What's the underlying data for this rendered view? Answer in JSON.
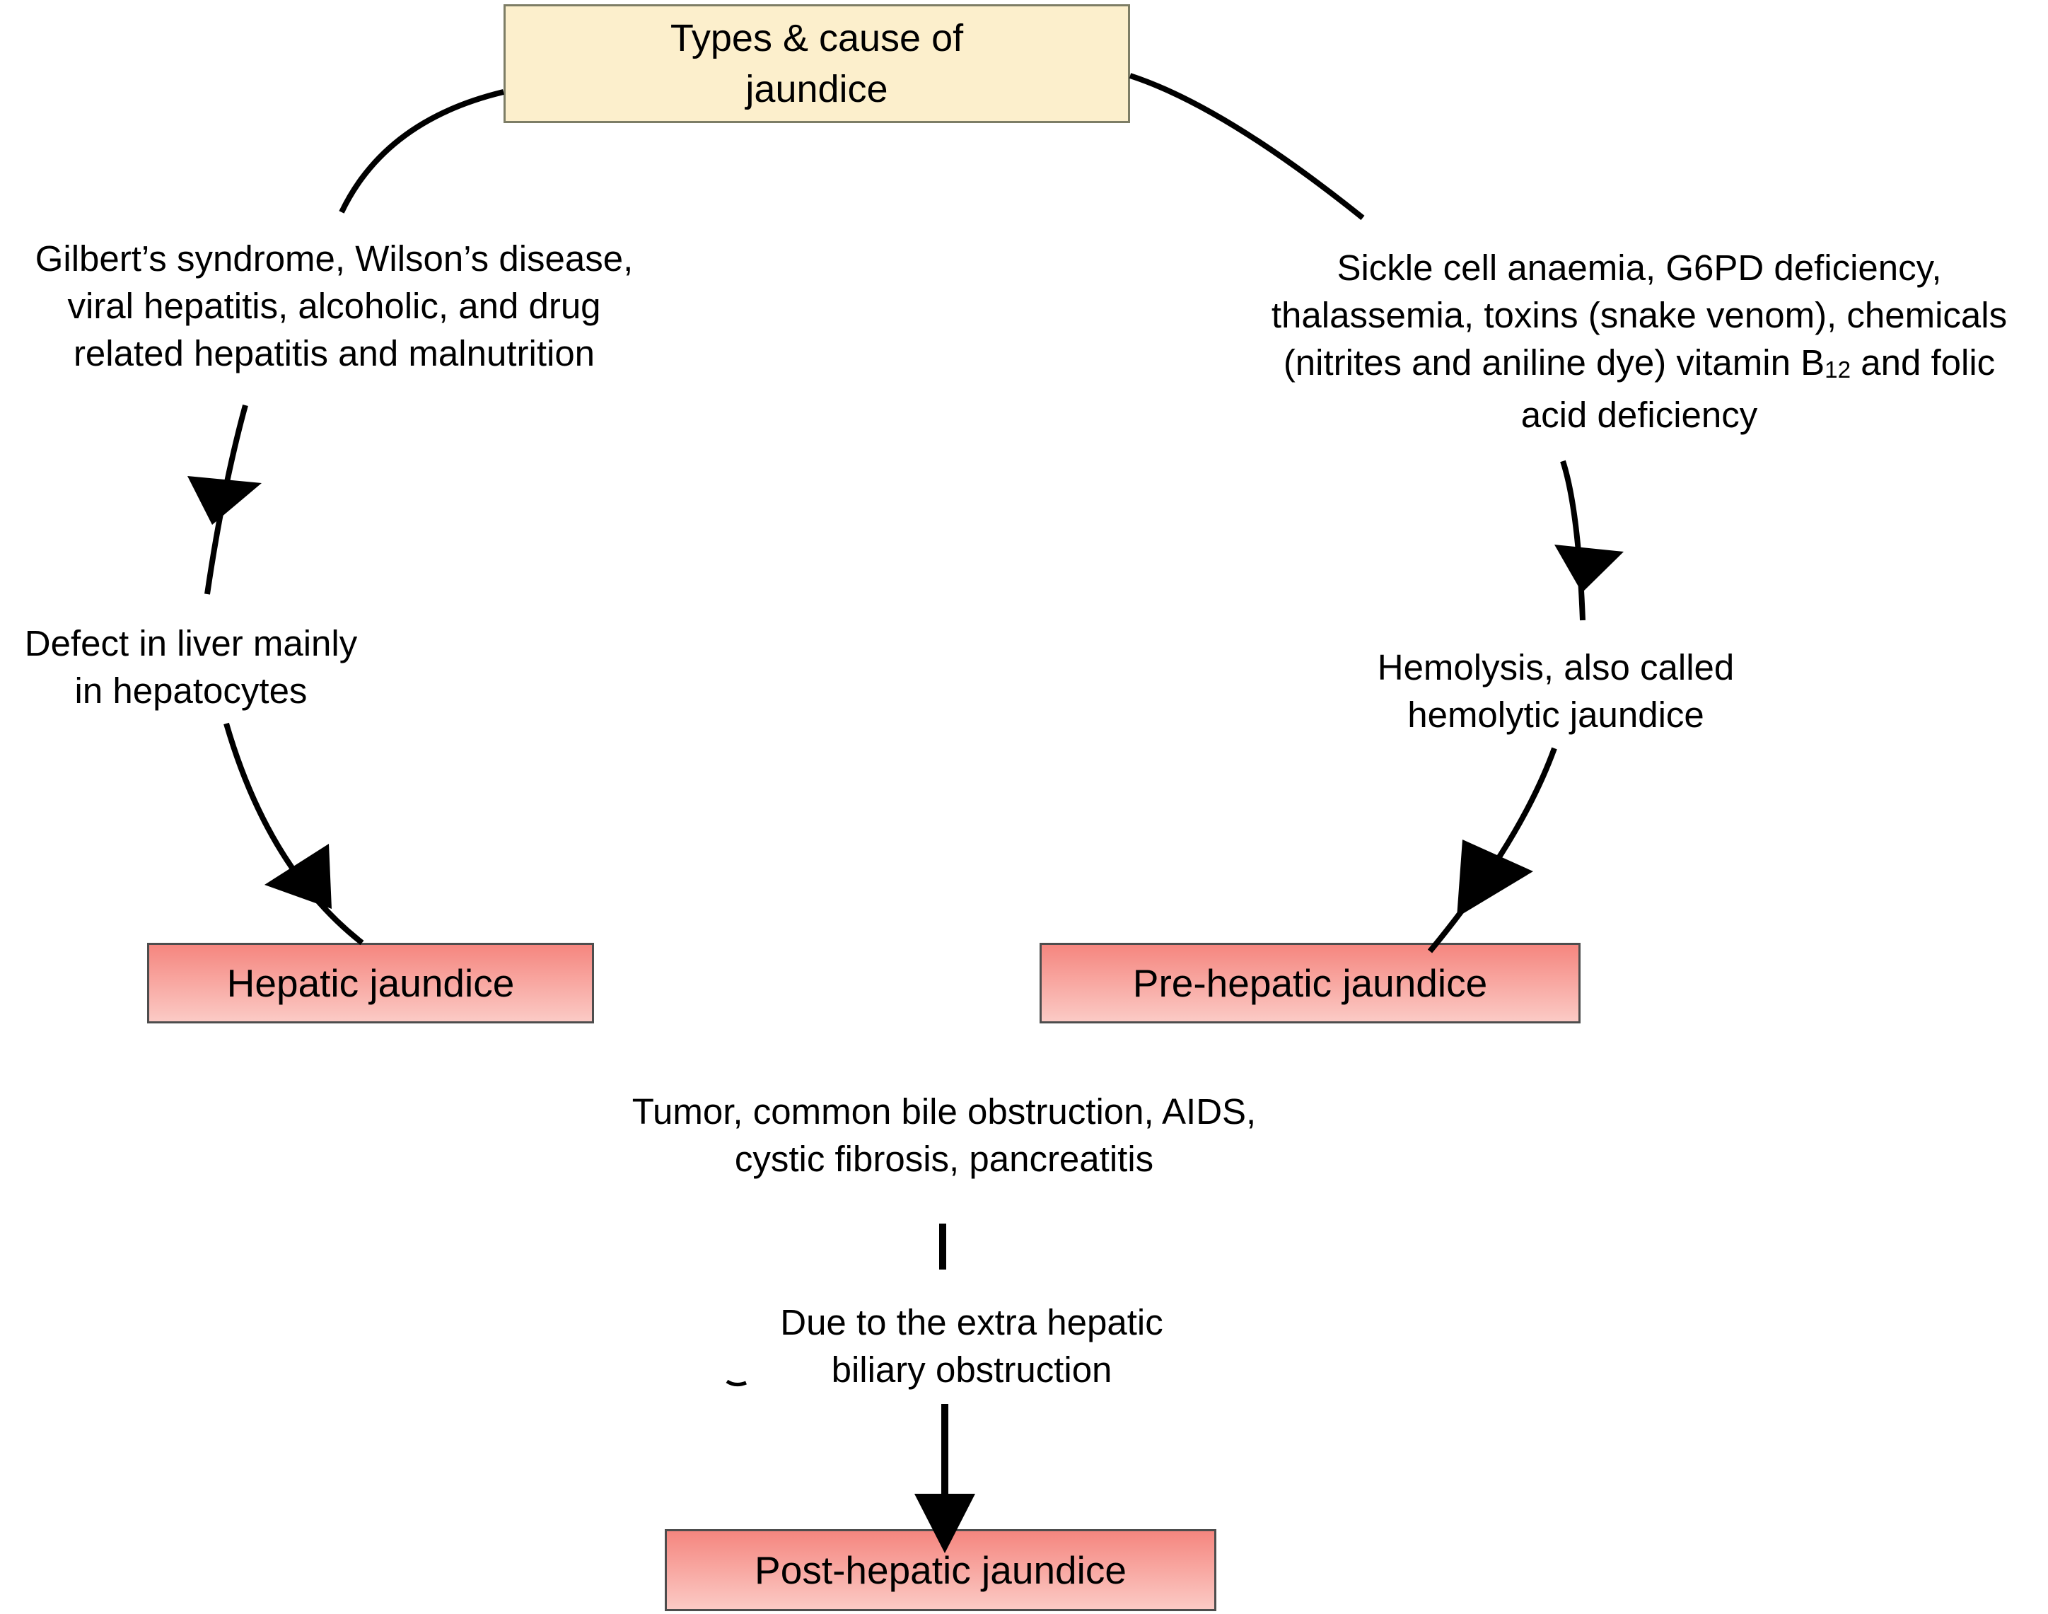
{
  "colors": {
    "title_box_bg": "#fcefcc",
    "title_box_border": "#7d7d66",
    "type_box_gradient_top": "#f5867f",
    "type_box_gradient_bottom": "#fbcac5",
    "type_box_border": "#4d4d4d",
    "line_color": "#000000"
  },
  "title_box": {
    "line1": "Types & cause of",
    "line2": "jaundice"
  },
  "hepatic_branch": {
    "causes_line1": "Gilbert’s syndrome, Wilson’s disease,",
    "causes_line2": "viral hepatitis, alcoholic, and drug",
    "causes_line3": "related hepatitis and malnutrition",
    "mechanism_line1": "Defect in liver mainly",
    "mechanism_line2": "in hepatocytes",
    "type_label": "Hepatic jaundice"
  },
  "prehepatic_branch": {
    "causes_line1": "Sickle cell anaemia, G6PD deficiency,",
    "causes_line2": "thalassemia, toxins (snake venom), chemicals",
    "causes_line3_pre": "(nitrites and aniline dye) vitamin B",
    "causes_line3_sub": "12",
    "causes_line3_post": " and folic",
    "causes_line4": "acid deficiency",
    "mechanism_line1": "Hemolysis, also called",
    "mechanism_line2": "hemolytic jaundice",
    "type_label": "Pre-hepatic jaundice"
  },
  "posthepatic_branch": {
    "causes_line1": "Tumor, common bile obstruction, AIDS,",
    "causes_line2": "cystic fibrosis, pancreatitis",
    "mechanism_line1": "Due to the extra hepatic",
    "mechanism_line2": "biliary obstruction",
    "type_label": "Post-hepatic jaundice"
  }
}
